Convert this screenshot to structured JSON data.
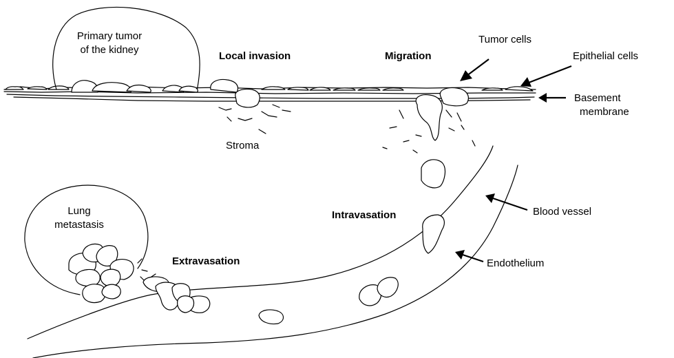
{
  "labels": {
    "primary_tumor_line1": "Primary tumor",
    "primary_tumor_line2": "of the kidney",
    "local_invasion": "Local invasion",
    "migration": "Migration",
    "tumor_cells": "Tumor cells",
    "epithelial_cells": "Epithelial cells",
    "basement_membrane_line1": "Basement",
    "basement_membrane_line2": "membrane",
    "stroma": "Stroma",
    "lung_metastasis_line1": "Lung",
    "lung_metastasis_line2": "metastasis",
    "intravasation": "Intravasation",
    "blood_vessel": "Blood vessel",
    "extravasation": "Extravasation",
    "endothelium": "Endothelium"
  },
  "colors": {
    "ink": "#000000",
    "background": "#ffffff"
  }
}
